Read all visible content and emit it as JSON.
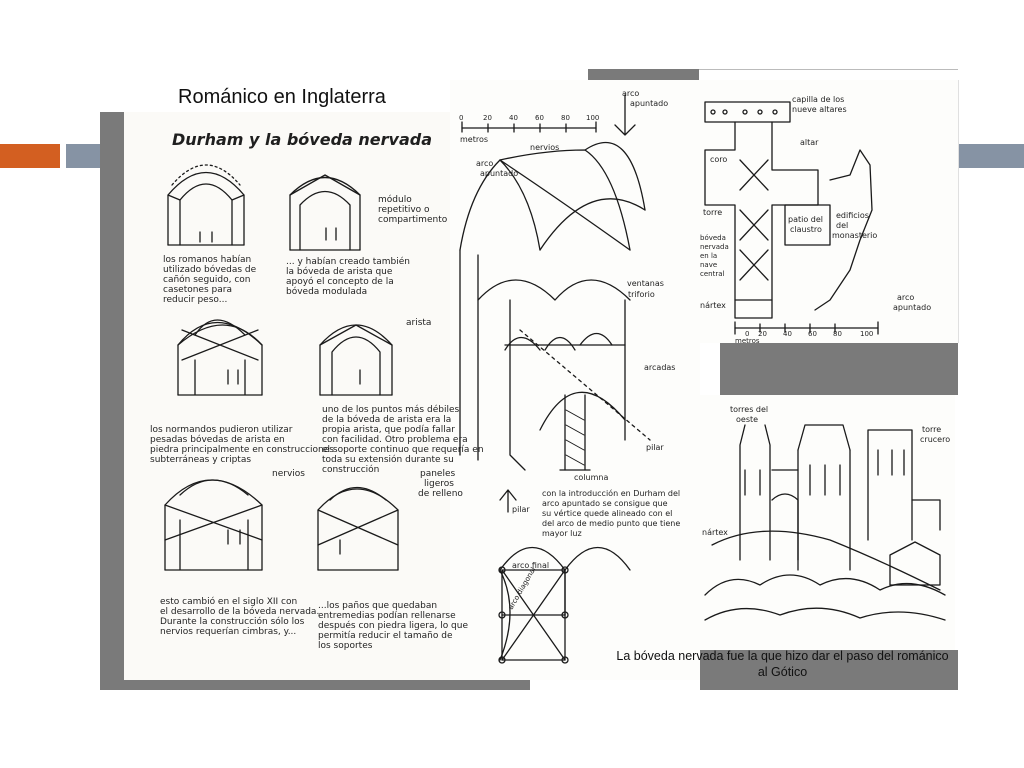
{
  "slide": {
    "title": "Románico en Inglaterra",
    "caption": "La bóveda nervada fue la que hizo dar el paso del románico al Gótico"
  },
  "left_sheet": {
    "heading": "Durham y la bóveda nervada",
    "notes": {
      "romanos_1": "los romanos habían",
      "romanos_2": "utilizado bóvedas de",
      "romanos_3": "cañón seguido, con",
      "romanos_4": "casetones para",
      "romanos_5": "reducir peso...",
      "modulo_1": "módulo",
      "modulo_2": "repetitivo o",
      "modulo_3": "compartimento",
      "arista_1": "... y habían creado también",
      "arista_2": "la bóveda de arista que",
      "arista_3": "apoyó el concepto de la",
      "arista_4": "bóveda modulada",
      "arista_label": "arista",
      "normandos_1": "los normandos pudieron utilizar",
      "normandos_2": "pesadas bóvedas de arista en",
      "normandos_3": "piedra principalmente en construcciones",
      "normandos_4": "subterráneas y criptas",
      "debil_1": "uno de los puntos más débiles",
      "debil_2": "de la bóveda de arista era la",
      "debil_3": "propia arista, que podía fallar",
      "debil_4": "con facilidad. Otro problema era",
      "debil_5": "el soporte continuo que requería en",
      "debil_6": "toda su extensión durante su",
      "debil_7": "construcción",
      "nervios_label": "nervios",
      "paneles_1": "paneles",
      "paneles_2": "ligeros",
      "paneles_3": "de relleno",
      "siglo_1": "esto cambió en el siglo XII con",
      "siglo_2": "el desarrollo de la bóveda nervada.",
      "siglo_3": "Durante la construcción sólo los",
      "siglo_4": "nervios requerían cimbras, y...",
      "panos_1": "...los paños que quedaban",
      "panos_2": "entremedias podían rellenarse",
      "panos_3": "después con piedra ligera, lo que",
      "panos_4": "permitía reducir el tamaño de",
      "panos_5": "los soportes"
    }
  },
  "section_drawing": {
    "scale_numbers": [
      "0",
      "20",
      "40",
      "60",
      "80",
      "100"
    ],
    "metros": "metros",
    "arco_apuntado_1": "arco",
    "arco_apuntado_2": "apuntado",
    "nervios": "nervios",
    "ventanas": "ventanas",
    "triforio": "triforio",
    "arcadas": "arcadas",
    "pilar": "pilar",
    "columna": "columna",
    "intro_1": "con la introducción en Durham del",
    "intro_2": "arco apuntado se consigue que",
    "intro_3": "su vértice quede alineado con el",
    "intro_4": "del arco de medio punto que tiene",
    "intro_5": "mayor luz",
    "arco_final": "arco final",
    "arco_diagonal": "arco diagonal"
  },
  "plan_drawing": {
    "capilla_1": "capilla de los",
    "capilla_2": "nueve altares",
    "altar": "altar",
    "coro": "coro",
    "torre": "torre",
    "boveda_1": "bóveda",
    "boveda_2": "nervada",
    "boveda_3": "en la",
    "boveda_4": "nave",
    "boveda_5": "central",
    "patio_1": "patio del",
    "patio_2": "claustro",
    "edificios_1": "edificios",
    "edificios_2": "del",
    "edificios_3": "monasterio",
    "narthex": "nártex",
    "arco_1": "arco",
    "arco_2": "apuntado",
    "scale_numbers": [
      "0",
      "20",
      "40",
      "60",
      "80",
      "100"
    ],
    "metros": "metros"
  },
  "view_drawing": {
    "torres_1": "torres del",
    "torres_2": "oeste",
    "crucero_1": "torre",
    "crucero_2": "crucero",
    "narthex": "nártex"
  },
  "colors": {
    "accent_orange": "#d35f21",
    "accent_gray": "#8693a4",
    "frame_gray": "#7a7a7a"
  }
}
